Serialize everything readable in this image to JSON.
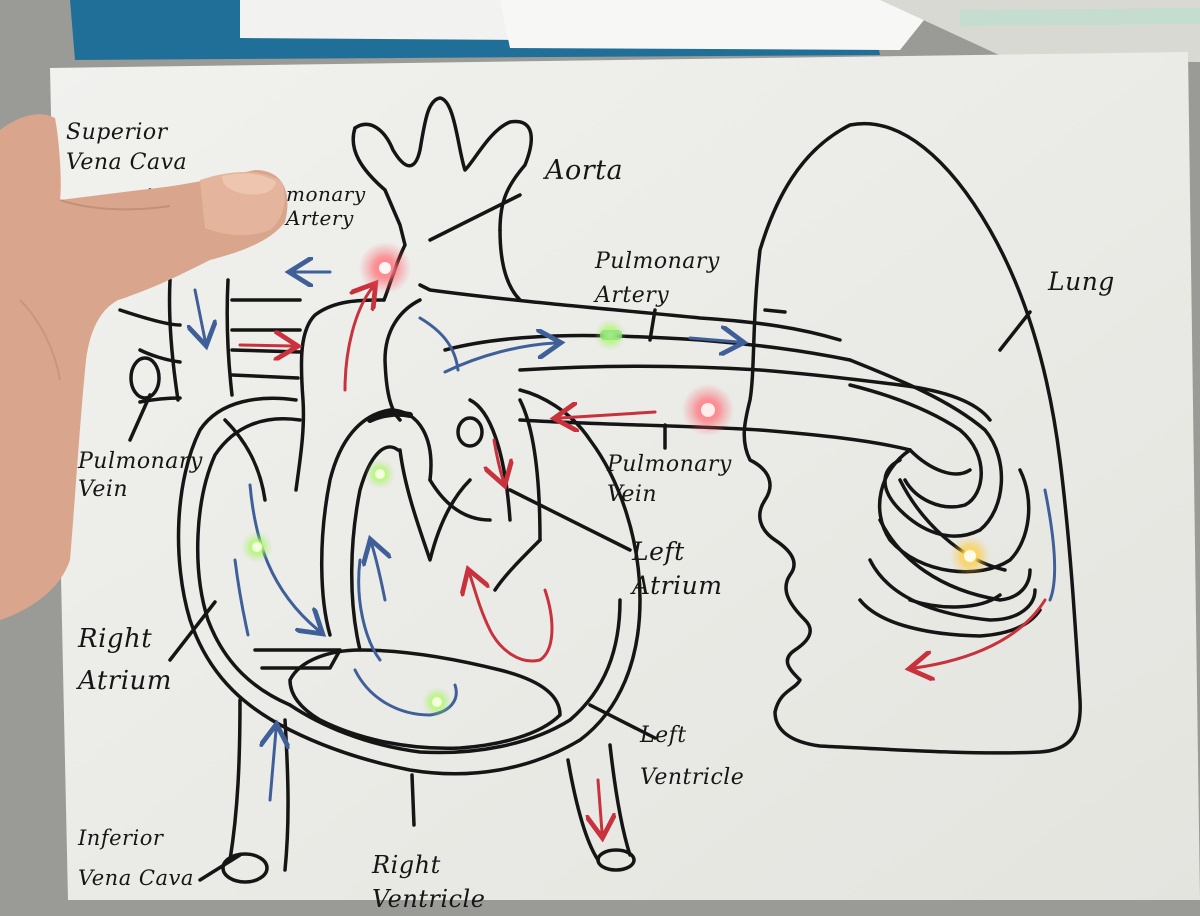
{
  "labels": {
    "superior_vena_cava": "Superior\nVena Cava",
    "pulmonary_artery_left": "monary\nArtery",
    "aorta": "Aorta",
    "pulmonary_artery_right": "Pulmonary\nArtery",
    "lung": "Lung",
    "pulmonary_vein_left": "Pulmonary\nVein",
    "pulmonary_vein_right": "Pulmonary\nVein",
    "left_atrium": "Left\nAtrium",
    "right_atrium": "Right\nAtrium",
    "left_ventricle": "Left\nVentricle",
    "inferior_vena_cava": "Inferior\nVena Cava",
    "right_ventricle": "Right\nVentricle"
  },
  "colors": {
    "background": "#9a9b96",
    "paper": "#eeeeea",
    "ink": "#151515",
    "oxygenated_arrow": "#c8323c",
    "deoxygenated_arrow": "#3f5f99",
    "skin": "#d9a68d",
    "led_red": "#ff4e5a",
    "led_green": "#9cf25a",
    "led_yellow": "#ffc52e"
  },
  "leds": [
    {
      "name": "led-aorta",
      "color": "red"
    },
    {
      "name": "led-pulmonary-artery",
      "color": "green"
    },
    {
      "name": "led-pulmonary-vein",
      "color": "red"
    },
    {
      "name": "led-septum-top",
      "color": "green"
    },
    {
      "name": "led-right-atrium",
      "color": "green"
    },
    {
      "name": "led-right-ventricle",
      "color": "green"
    },
    {
      "name": "led-lung",
      "color": "yellow"
    }
  ]
}
